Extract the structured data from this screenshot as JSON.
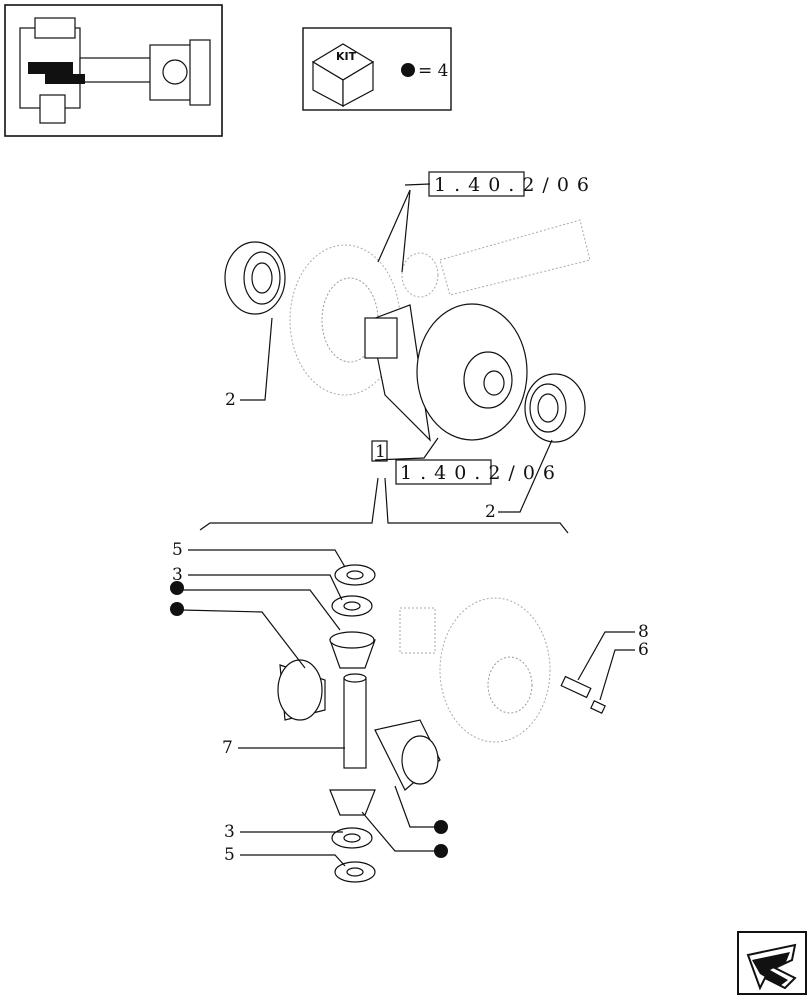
{
  "kit_box": {
    "kit_label": "KIT",
    "equals_text": "= 4"
  },
  "references": {
    "ref_upper": "1.40.2/06",
    "ref_lower": "1.40.2/06"
  },
  "callouts": {
    "c1": "1",
    "c2a": "2",
    "c2b": "2",
    "c3a": "3",
    "c3b": "3",
    "c5a": "5",
    "c5b": "5",
    "c6": "6",
    "c7": "7",
    "c8": "8"
  },
  "icons": {
    "nav": "next-page-arrow-icon",
    "thumbnail": "axle-assembly-thumbnail",
    "kit": "kit-cube-icon"
  },
  "colors": {
    "ink": "#111111",
    "ghost": "#999999"
  }
}
